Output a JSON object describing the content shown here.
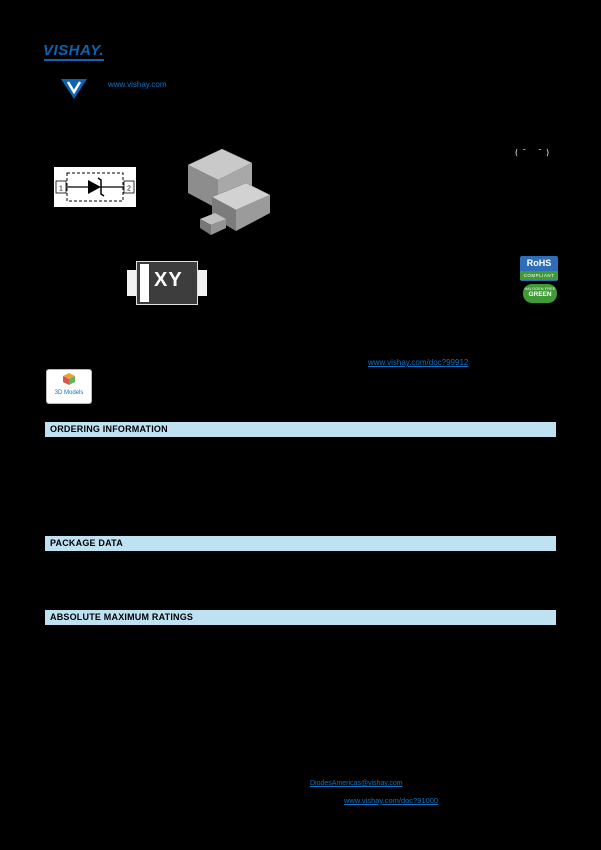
{
  "header": {
    "brand": "VISHAY.",
    "website_link": "www.vishay.com"
  },
  "schematic": {
    "pin_left": "1",
    "pin_right": "2"
  },
  "package_marking": {
    "code": "XY"
  },
  "decor": {
    "dimension_marks": "(¯ ¯)"
  },
  "compliance": {
    "rohs_title": "RoHS",
    "rohs_subtitle": "COMPLIANT",
    "green_title": "GREEN",
    "green_subtitle": "HALOGEN FREE",
    "models_label": "3D Models"
  },
  "links": {
    "material_policy": "www.vishay.com/doc?99912",
    "support_email": "DiodesAmericas@vishay.com",
    "disclaimer": "www.vishay.com/doc?91000"
  },
  "sections": [
    {
      "title": "ORDERING INFORMATION"
    },
    {
      "title": "PACKAGE DATA"
    },
    {
      "title": "ABSOLUTE MAXIMUM RATINGS"
    }
  ],
  "colors": {
    "page_bg": "#000000",
    "vishay_blue": "#0b63b2",
    "link_blue": "#1173c4",
    "section_bar_bg": "#bfe2f2",
    "rohs_blue": "#2f6db8",
    "green": "#3f9c35"
  }
}
